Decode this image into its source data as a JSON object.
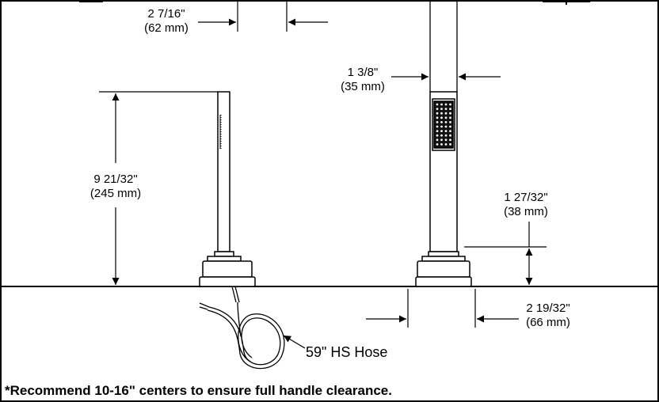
{
  "dimensions": {
    "top_spacing": {
      "inches": "2 7/16\"",
      "mm": "(62 mm)"
    },
    "hand_width": {
      "inches": "1 3/8\"",
      "mm": "(35 mm)"
    },
    "holder_height": {
      "inches": "9 21/32\"",
      "mm": "(245 mm)"
    },
    "base_height": {
      "inches": "1 27/32\"",
      "mm": "(38 mm)"
    },
    "base_width": {
      "inches": "2 19/32\"",
      "mm": "(66 mm)"
    }
  },
  "hose_label": "59\" HS Hose",
  "note": "*Recommend 10-16\" centers to ensure full handle clearance.",
  "colors": {
    "line": "#000000",
    "background": "#ffffff"
  }
}
